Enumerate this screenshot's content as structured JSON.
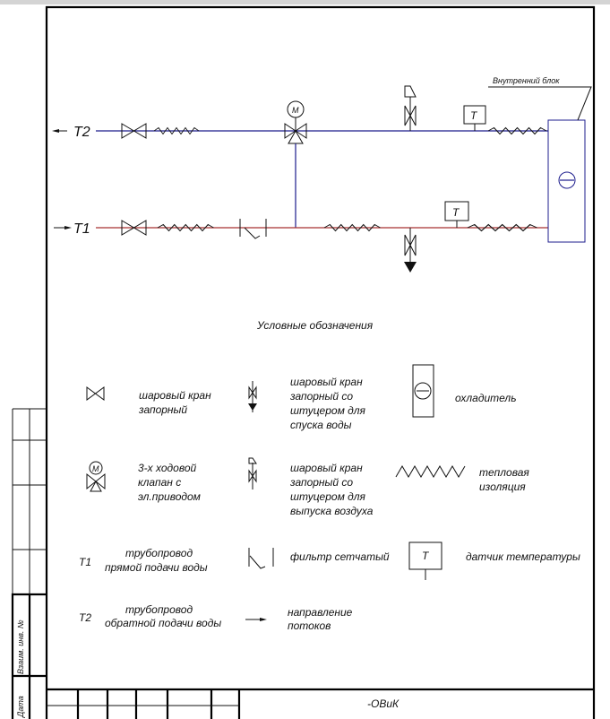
{
  "scheme": {
    "return_pipe_label": "T2",
    "supply_pipe_label": "T1",
    "sensor_label": "T",
    "motor_label": "M",
    "indoor_unit_label": "Внутренний блок",
    "colors": {
      "supply": "#a83232",
      "return": "#1c1c8c"
    }
  },
  "legend": {
    "title": "Условные обозначения",
    "ball_valve": [
      "шаровый кран",
      "запорный"
    ],
    "drain_valve": [
      "шаровый кран",
      "запорный  со",
      "штуцером для",
      "спуска воды"
    ],
    "cooler": "охладитель",
    "three_way_valve": [
      "3-х ходовой",
      "клапан с",
      "эл.приводом"
    ],
    "motor_symbol": "M",
    "air_valve": [
      "шаровый кран",
      "запорный  со",
      "штуцером для",
      "выпуска воздуха"
    ],
    "insulation": [
      "тепловая",
      "изоляция"
    ],
    "t1_code": "T1",
    "t1_desc": [
      "трубопровод",
      "прямой подачи воды"
    ],
    "filter": "фильтр сетчатый",
    "sensor_symbol": "T",
    "sensor": "датчик температуры",
    "t2_code": "T2",
    "t2_desc": [
      "трубопровод",
      "обратной подачи воды"
    ],
    "flow": [
      "направление",
      "потоков"
    ]
  },
  "side_stamp": {
    "ref_inv": "Взаим. инв. №",
    "date": "Дата"
  },
  "title_block": {
    "code": "-ОВиК"
  }
}
